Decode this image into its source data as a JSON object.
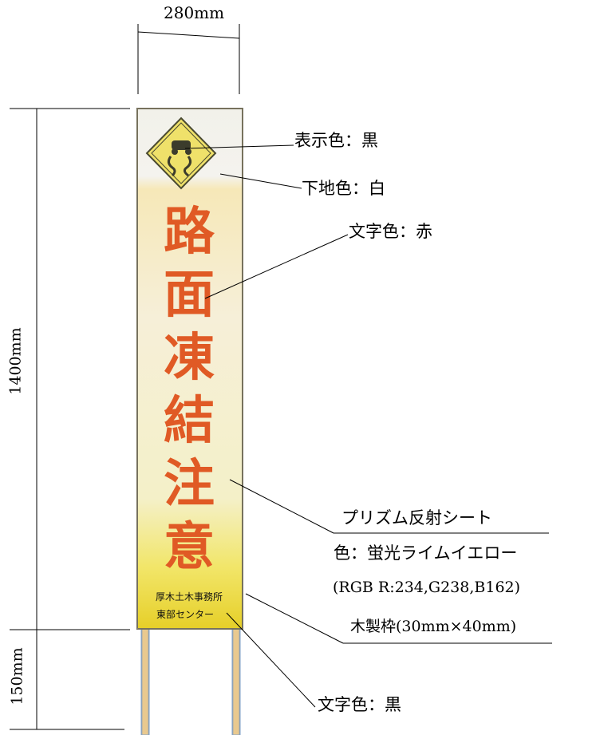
{
  "dimensions": {
    "width_label": "280mm",
    "sign_height_label": "1400mm",
    "post_height_label": "150mm"
  },
  "sign": {
    "text_chars": [
      "路",
      "面",
      "凍",
      "結",
      "注",
      "意"
    ],
    "footer_line1": "厚木土木事務所",
    "footer_line2": "東部センター",
    "icon": "slippery-road-car-icon"
  },
  "annotations": {
    "display_color": "表示色：黒",
    "base_color": "下地色：白",
    "text_color_red": "文字色：赤",
    "sheet_title": "プリズム反射シート",
    "sheet_color": "色：蛍光ライムイエロー",
    "sheet_rgb": "(RGB R:234,G238,B162)",
    "frame": "木製枠(30mm×40mm)",
    "text_color_black": "文字色：黒"
  },
  "colors": {
    "lime_yellow": "#eaeea2",
    "text_red": "#e05a25",
    "sign_white": "#f4f4ee",
    "diamond_yellow": "#efe16a",
    "post_wood": "#e8c88e",
    "post_blue": "#5b7fa6"
  }
}
